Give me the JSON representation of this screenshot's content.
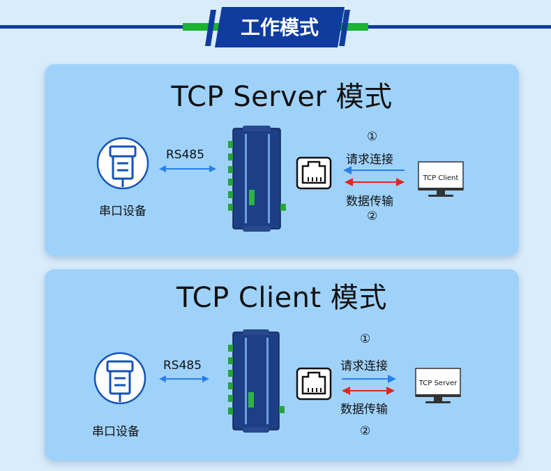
{
  "header": {
    "title": "工作模式"
  },
  "panels": [
    {
      "title": "TCP Server 模式",
      "serial_label": "串口设备",
      "protocol_label": "RS485",
      "step1_num": "①",
      "step1_label": "请求连接",
      "step2_label": "数据传输",
      "step2_num": "②",
      "computer_label": "TCP Client"
    },
    {
      "title": "TCP Client 模式",
      "serial_label": "串口设备",
      "protocol_label": "RS485",
      "step1_num": "①",
      "step1_label": "请求连接",
      "step2_label": "数据传输",
      "step2_num": "②",
      "computer_label": "TCP Server"
    }
  ],
  "colors": {
    "navy": "#0f3c9e",
    "green": "#1bb32f",
    "blue_arrow": "#2a7fe6",
    "red_arrow": "#e8231f",
    "panel": "#9fd2fb"
  }
}
